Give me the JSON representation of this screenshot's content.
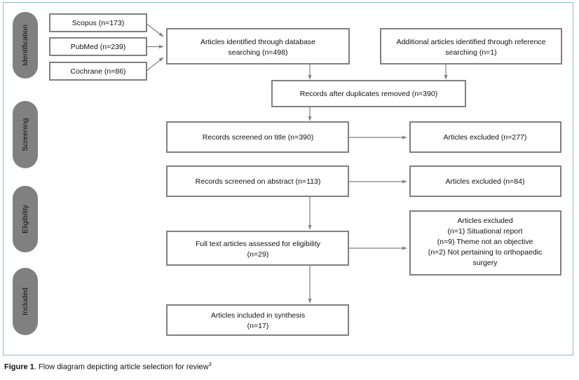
{
  "figure": {
    "caption_label": "Figure 1",
    "caption_text": ". Flow diagram depicting article selection for review",
    "caption_superscript": "3"
  },
  "colors": {
    "stage_pill": "#808080",
    "box_border": "#808080",
    "box_fill": "#ffffff",
    "arrow": "#808080",
    "frame_border": "#8fb8cc",
    "text": "#111111"
  },
  "stages": [
    {
      "label": "Identification"
    },
    {
      "label": "Screening"
    },
    {
      "label": "Eligibility"
    },
    {
      "label": "Included"
    }
  ],
  "sources": [
    {
      "label": "Scopus (n=173)",
      "n": 173
    },
    {
      "label": "PubMed (n=239)",
      "n": 239
    },
    {
      "label": "Cochrane (n=86)",
      "n": 86
    }
  ],
  "nodes": {
    "database_search": {
      "line1": "Articles identified through database",
      "line2": "searching (n=498)",
      "n": 498
    },
    "reference_search": {
      "line1": "Additional articles identified through reference",
      "line2": "searching (n=1)",
      "n": 1
    },
    "duplicates_removed": {
      "line1": "Records after duplicates removed (n=390)",
      "n": 390
    },
    "screened_title": {
      "line1": "Records screened on title (n=390)",
      "n": 390
    },
    "excluded_title": {
      "line1": "Articles excluded (n=277)",
      "n": 277
    },
    "screened_abstract": {
      "line1": "Records screened on abstract (n=113)",
      "n": 113
    },
    "excluded_abstract": {
      "line1": "Articles excluded (n=84)",
      "n": 84
    },
    "full_text_assessed": {
      "line1": "Full text articles assessed for eligibility",
      "line2": "(n=29)",
      "n": 29
    },
    "excluded_fulltext": {
      "line1": "Articles excluded",
      "line2": "(n=1) Situational report",
      "line3": "(n=9) Theme not an objective",
      "line4": "(n=2) Not pertaining to orthopaedic",
      "line5": "surgery"
    },
    "included_synthesis": {
      "line1": "Articles included in synthesis",
      "line2": "(n=17)",
      "n": 17
    }
  }
}
